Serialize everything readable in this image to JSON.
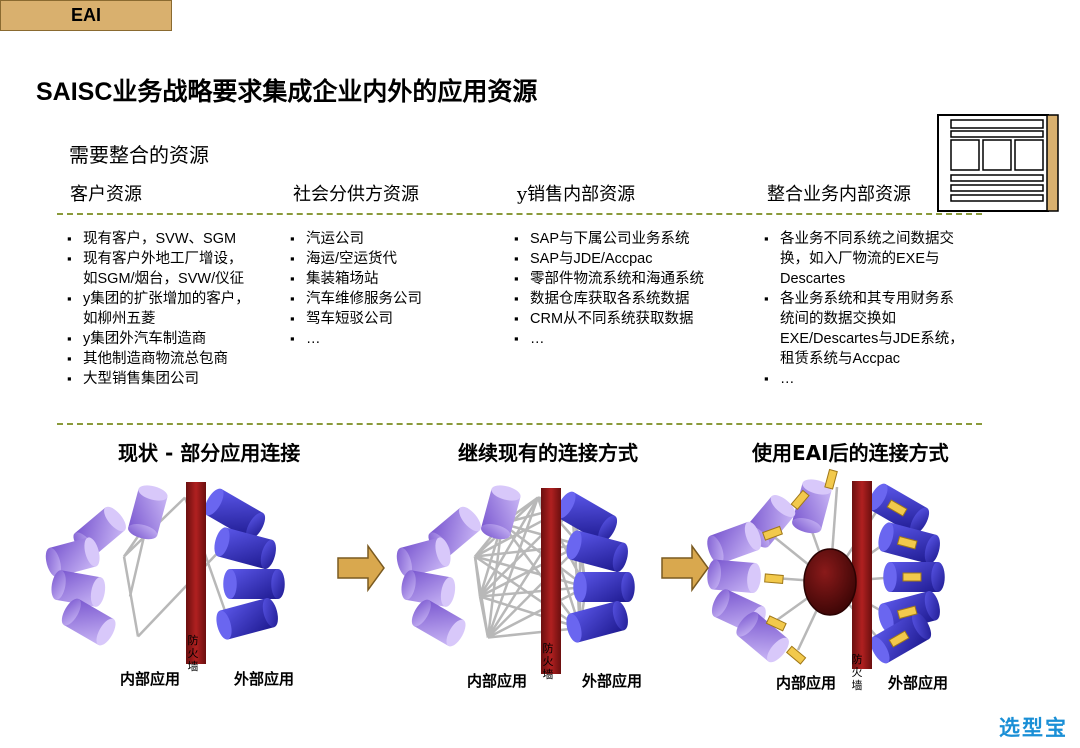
{
  "tag": "EAI",
  "title": "SAISC业务战略要求集成企业内外的应用资源",
  "subtitle": "需要整合的资源",
  "columns": [
    {
      "heading": "客户资源",
      "items": [
        "现有客户，SVW、SGM",
        "现有客户外地工厂增设，",
        "如SGM/烟台，SVW/仪征",
        "y集团的扩张增加的客户，",
        "如柳州五菱",
        "y集团外汽车制造商",
        "其他制造商物流总包商",
        "大型销售集团公司"
      ]
    },
    {
      "heading": "社会分供方资源",
      "items": [
        "汽运公司",
        "海运/空运货代",
        "集装箱场站",
        "汽车维修服务公司",
        "驾车短驳公司",
        "…"
      ]
    },
    {
      "heading": "y销售内部资源",
      "items": [
        "SAP与下属公司业务系统",
        "SAP与JDE/Accpac",
        "零部件物流系统和海通系统",
        "数据仓库获取各系统数据",
        "CRM从不同系统获取数据",
        "…"
      ]
    },
    {
      "heading": "整合业务内部资源",
      "items": [
        "各业务不同系统之间数据交",
        "换，如入厂物流的EXE与",
        "Descartes",
        "各业务系统和其专用财务系",
        "统间的数据交换如",
        "EXE/Descartes与JDE系统，",
        "租赁系统与Accpac",
        "…"
      ]
    }
  ],
  "diagrams": [
    {
      "title": "现状 - 部分应用连接",
      "internal": "内部应用",
      "external": "外部应用",
      "wall": "防火墙"
    },
    {
      "title": "继续现有的连接方式",
      "internal": "内部应用",
      "external": "外部应用",
      "wall": "防火墙"
    },
    {
      "title": "使用EAI后的连接方式",
      "internal": "内部应用",
      "external": "外部应用",
      "wall": "防火墙"
    }
  ],
  "brand": "选型宝",
  "colors": {
    "tag": "#d9b06e",
    "internal_cyl": "#9a7ae0",
    "external_cyl": "#3a36c8",
    "wall": "#8b1a1a",
    "hub": "#5a0a0a",
    "arrow": "#d9a84e",
    "dash": "#8a9a3a",
    "brand": "#1a8fd6"
  }
}
